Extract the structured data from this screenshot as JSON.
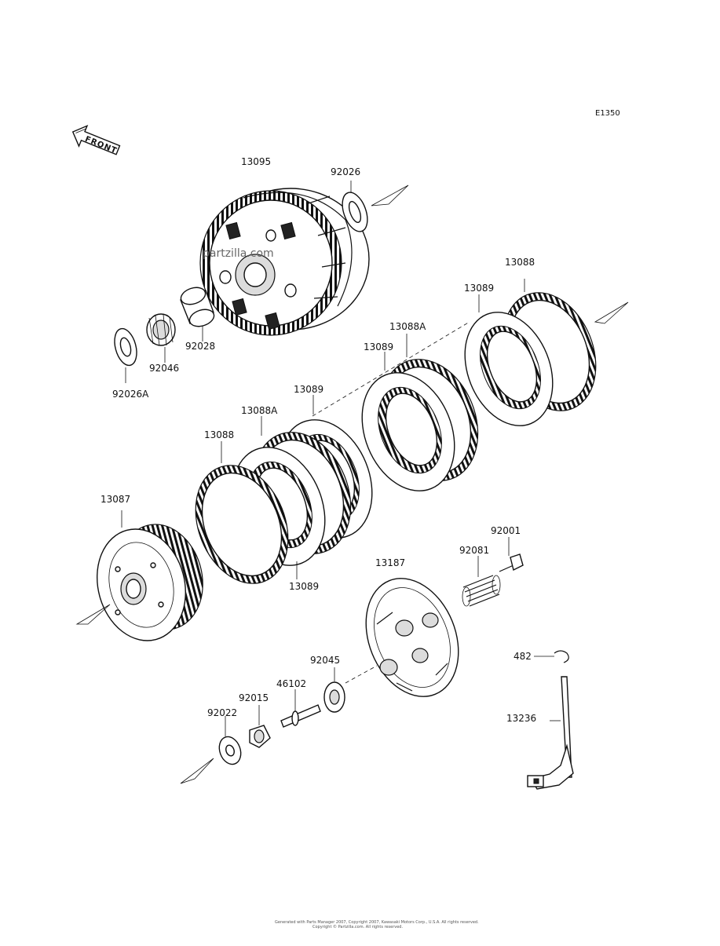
{
  "diagram": {
    "ref_code": "E1350",
    "front_label": "FRONT",
    "watermark": "partzilla.com",
    "footer_lines": [
      "Generated with Parts Manager 2007, Copyright 2007, Kawasaki Motors Corp., U.S.A. All rights reserved.",
      "Copyright © Partzilla.com. All rights reserved."
    ]
  },
  "parts": [
    {
      "id": "13095",
      "label": "13095"
    },
    {
      "id": "92026",
      "label": "92026"
    },
    {
      "id": "92028",
      "label": "92028"
    },
    {
      "id": "92046",
      "label": "92046"
    },
    {
      "id": "92026A",
      "label": "92026A"
    },
    {
      "id": "13088_top",
      "label": "13088"
    },
    {
      "id": "13089_top",
      "label": "13089"
    },
    {
      "id": "13088A_mid",
      "label": "13088A"
    },
    {
      "id": "13089_mid",
      "label": "13089"
    },
    {
      "id": "13089_upper",
      "label": "13089"
    },
    {
      "id": "13088A_left",
      "label": "13088A"
    },
    {
      "id": "13088_left",
      "label": "13088"
    },
    {
      "id": "13089_lower",
      "label": "13089"
    },
    {
      "id": "13087",
      "label": "13087"
    },
    {
      "id": "13187",
      "label": "13187"
    },
    {
      "id": "92001",
      "label": "92001"
    },
    {
      "id": "92081",
      "label": "92081"
    },
    {
      "id": "92045",
      "label": "92045"
    },
    {
      "id": "46102",
      "label": "46102"
    },
    {
      "id": "92015",
      "label": "92015"
    },
    {
      "id": "92022",
      "label": "92022"
    },
    {
      "id": "482",
      "label": "482"
    },
    {
      "id": "13236",
      "label": "13236"
    }
  ]
}
